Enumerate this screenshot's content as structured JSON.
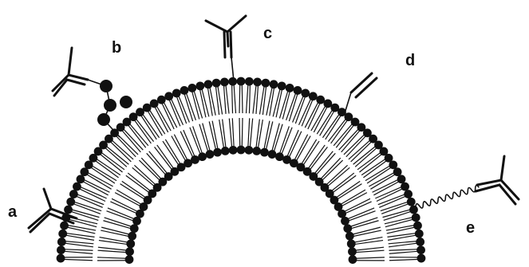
{
  "labels": {
    "a": "a",
    "b": "b",
    "c": "c",
    "d": "d",
    "e": "e"
  },
  "colors": {
    "ink": "#111111",
    "background": "#ffffff"
  }
}
